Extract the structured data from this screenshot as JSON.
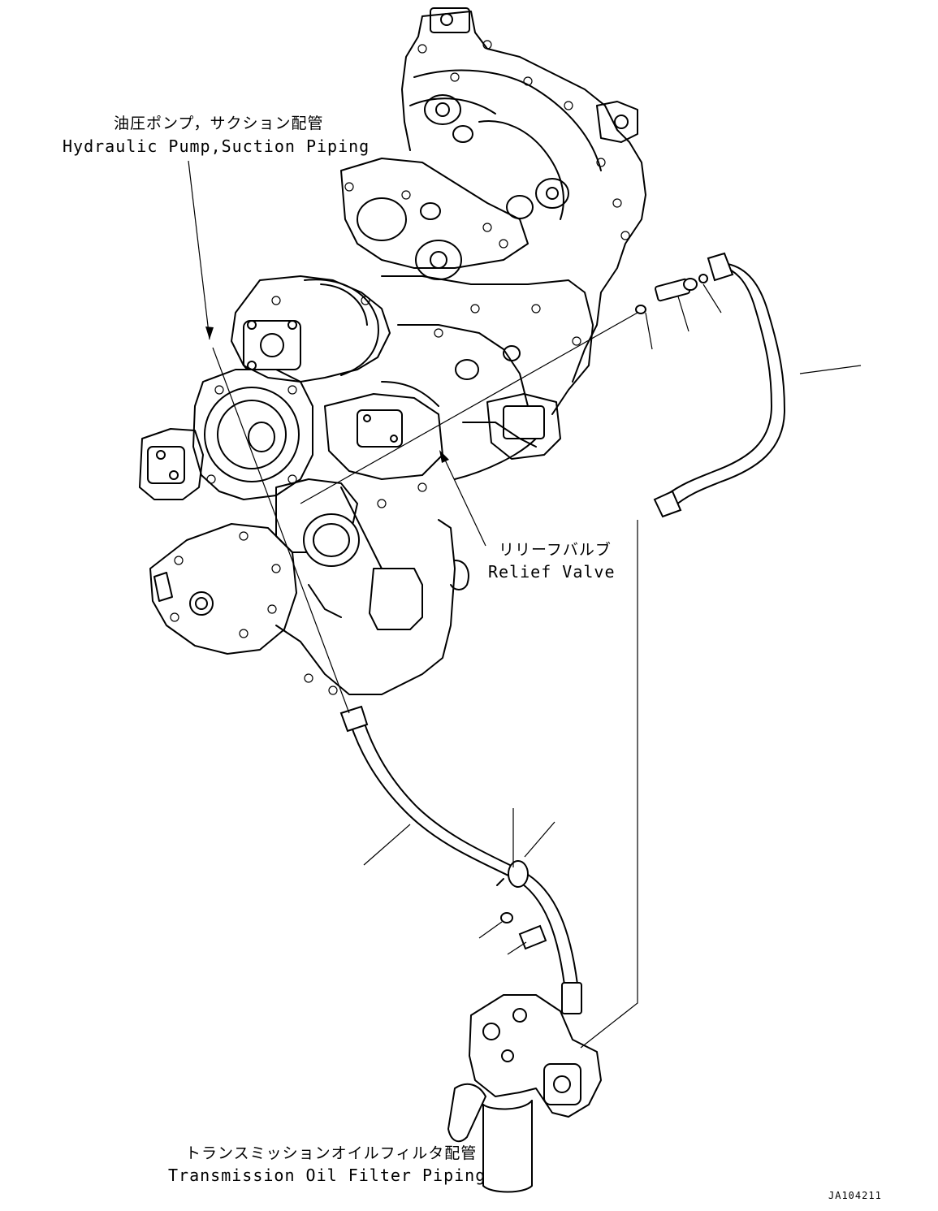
{
  "callouts": {
    "hydraulic_pump": {
      "jp": "油圧ポンプ，サクション配管",
      "en": "Hydraulic Pump,Suction Piping"
    },
    "relief_valve": {
      "jp": "リリーフバルブ",
      "en": "Relief Valve"
    },
    "transmission_filter": {
      "jp": "トランスミッションオイルフィルタ配管",
      "en": "Transmission Oil Filter Piping"
    }
  },
  "drawing_code": "JA104211"
}
